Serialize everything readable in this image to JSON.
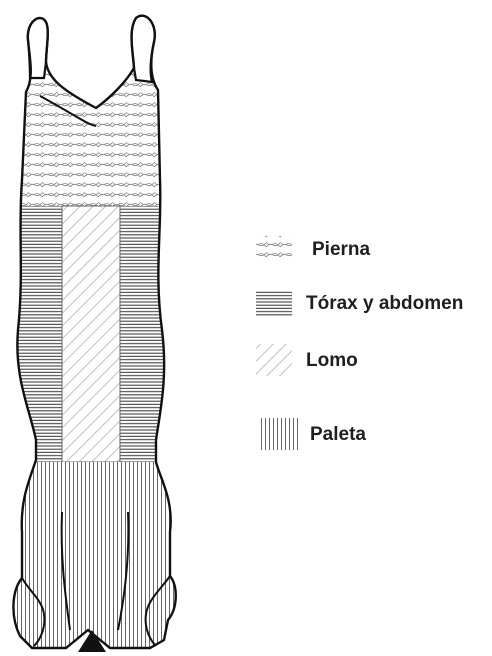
{
  "diagram": {
    "subject": "carcass cut regions",
    "colors": {
      "outline": "#111111",
      "hatch": "#8a8a8a",
      "stripe": "#444444",
      "background": "#ffffff"
    },
    "legend": [
      {
        "key": "pierna",
        "label": "Pierna",
        "pattern": "cross-wavy"
      },
      {
        "key": "torax",
        "label": "Tórax y abdomen",
        "pattern": "horizontal-lines"
      },
      {
        "key": "lomo",
        "label": "Lomo",
        "pattern": "diagonal-lines"
      },
      {
        "key": "paleta",
        "label": "Paleta",
        "pattern": "vertical-lines"
      }
    ]
  }
}
